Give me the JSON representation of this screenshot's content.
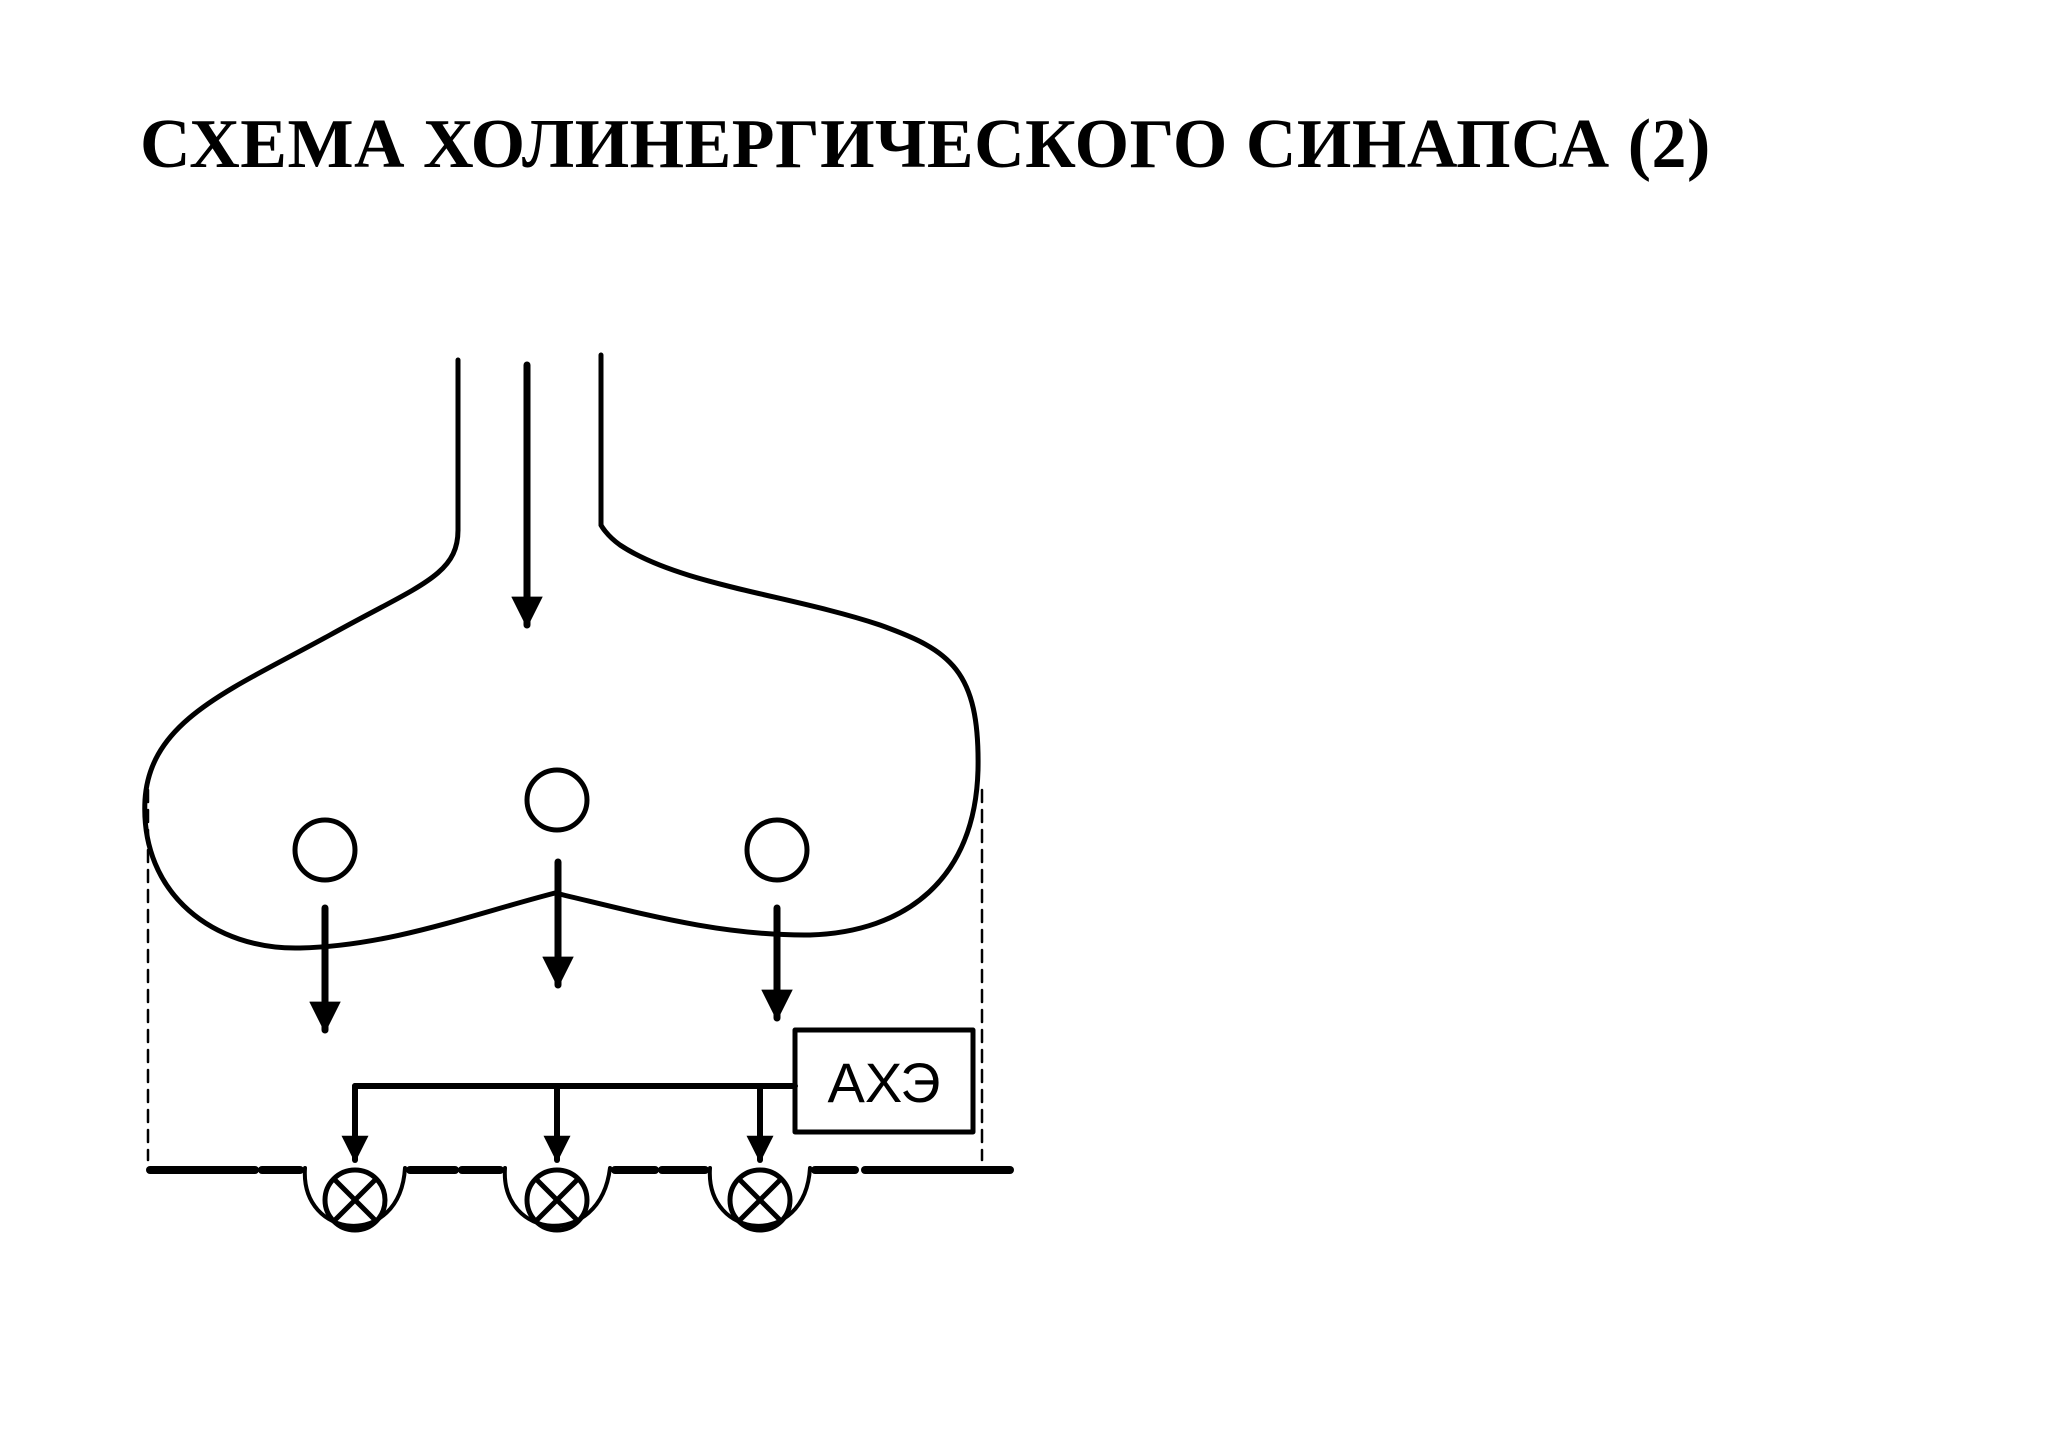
{
  "title": "СХЕМА ХОЛИНЕРГИЧЕСКОГО СИНАПСА (2)",
  "diagram": {
    "enzyme_label": "АХЭ",
    "vesicle_count": 3,
    "receptor_count": 3,
    "icons": {
      "receptor": "circle-x-icon",
      "vesicle": "circle-icon"
    }
  }
}
